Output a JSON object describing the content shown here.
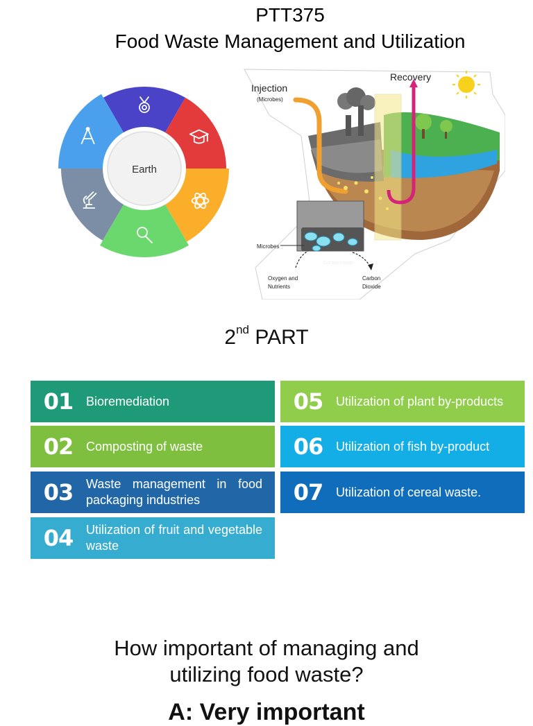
{
  "header": {
    "course_code": "PTT375",
    "course_title": "Food Waste Management and Utilization"
  },
  "wheel": {
    "center_label": "Earth",
    "segments": [
      {
        "icon": "medal-icon",
        "color": "#4a43c8"
      },
      {
        "icon": "graduation-cap-icon",
        "color": "#e33b3c"
      },
      {
        "icon": "atom-icon",
        "color": "#fbae2a"
      },
      {
        "icon": "magnifier-icon",
        "color": "#6bd86e"
      },
      {
        "icon": "microscope-icon",
        "color": "#7b8ea6"
      },
      {
        "icon": "compass-icon",
        "color": "#4ba0ee"
      }
    ]
  },
  "bioremediation_diagram": {
    "injection_label": "Injection",
    "injection_sub": "(Microbes)",
    "recovery_label": "Recovery",
    "microbes_label": "Microbes",
    "contaminants_label": "Contaminants",
    "oxygen_label": "Oxygen and",
    "nutrients_label": "Nutrients",
    "carbon_label": "Carbon",
    "dioxide_label": "Dioxide"
  },
  "part": {
    "number": "2",
    "suffix": "nd",
    "label": " PART"
  },
  "topics": [
    {
      "num": "01",
      "text": "Bioremediation",
      "color": "#1f9a78"
    },
    {
      "num": "02",
      "text": "Composting of waste",
      "color": "#7fbf3f"
    },
    {
      "num": "03",
      "text": "Waste management in food packaging industries",
      "color": "#2167a8"
    },
    {
      "num": "04",
      "text": "Utilization of fruit and vegetable waste",
      "color": "#35acd0"
    },
    {
      "num": "05",
      "text": "Utilization of plant by-products",
      "color": "#90cd4a"
    },
    {
      "num": "06",
      "text": "Utilization of fish by-product",
      "color": "#13aee6"
    },
    {
      "num": "07",
      "text": "Utilization of cereal waste.",
      "color": "#0f6dbb"
    }
  ],
  "question": {
    "line1": "How important of managing and",
    "line2": "utilizing food waste?",
    "answer": "A: Very important"
  }
}
